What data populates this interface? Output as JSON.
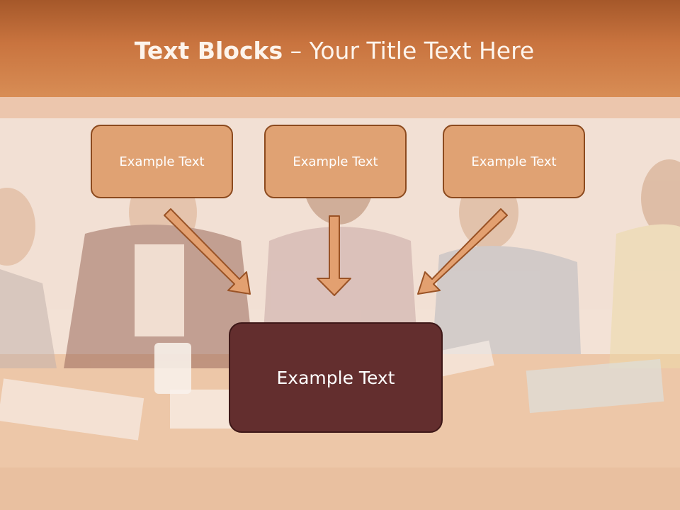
{
  "slide": {
    "title_bold": "Text Blocks",
    "title_rest": " – Your Title Text Here",
    "boxes": [
      {
        "label": "Example Text"
      },
      {
        "label": "Example Text"
      },
      {
        "label": "Example Text"
      }
    ],
    "main_box": {
      "label": "Example Text"
    }
  },
  "colors": {
    "header": "#c9743f",
    "small_box_fill": "#e0a273",
    "small_box_border": "#8c4a1e",
    "main_box_fill": "#632e2e",
    "arrow_fill": "#e3a070",
    "arrow_stroke": "#9a5326"
  }
}
